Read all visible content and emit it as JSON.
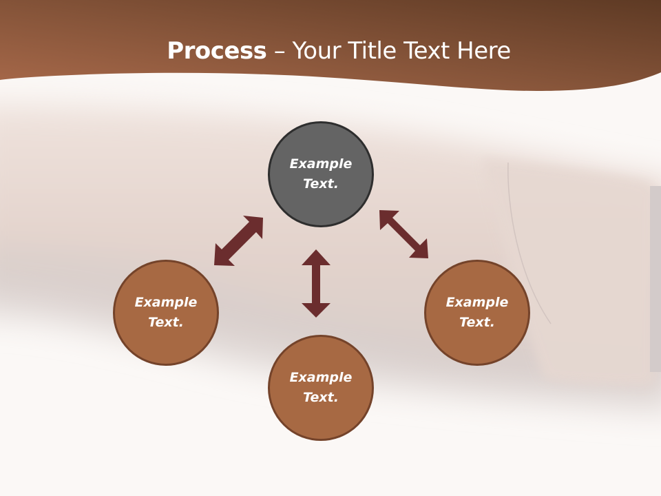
{
  "slide": {
    "title_bold": "Process",
    "title_rest": " – Your Title Text Here"
  },
  "diagram": {
    "center_node": {
      "label": "Example\nText."
    },
    "nodes": [
      {
        "position": "left",
        "label": "Example\nText."
      },
      {
        "position": "bottom",
        "label": "Example\nText."
      },
      {
        "position": "right",
        "label": "Example\nText."
      }
    ],
    "arrows": [
      {
        "from": "center",
        "to": "left",
        "type": "double-headed"
      },
      {
        "from": "center",
        "to": "bottom",
        "type": "double-headed"
      },
      {
        "from": "center",
        "to": "right",
        "type": "double-headed"
      }
    ]
  },
  "colors": {
    "header_dark": "#5e3a24",
    "header_light": "#a8694a",
    "center_fill": "#646464",
    "node_fill": "#a76943",
    "arrow": "#6b2d2e",
    "background": "#fbf8f6"
  }
}
